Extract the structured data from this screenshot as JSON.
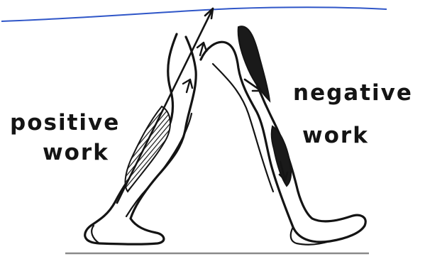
{
  "labels": {
    "positive_line1": "positive",
    "positive_line2": "work",
    "negative_line1": "negative",
    "negative_line2": "work"
  },
  "colors": {
    "ink": "#141414",
    "pen_line": "#2f56c8",
    "ground": "#8a8a8a",
    "background": "#ffffff"
  },
  "icons": {
    "force_arrow": "arrow-up-icon",
    "leg_left": "leg-outline",
    "leg_right": "leg-outline"
  }
}
